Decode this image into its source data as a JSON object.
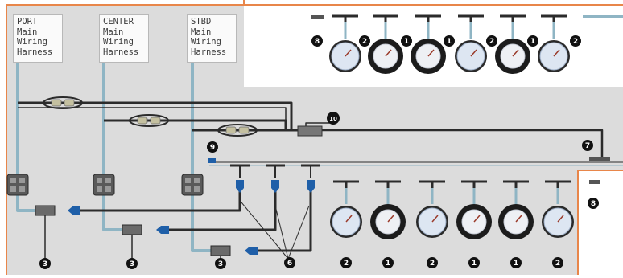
{
  "harnesses": [
    {
      "id": "port",
      "lines": [
        "PORT",
        "Main",
        "Wiring",
        "Harness"
      ]
    },
    {
      "id": "center",
      "lines": [
        "CENTER",
        "Main",
        "Wiring",
        "Harness"
      ]
    },
    {
      "id": "stbd",
      "lines": [
        "STBD",
        "Main",
        "Wiring",
        "Harness"
      ]
    }
  ],
  "callouts": {
    "c3": "3",
    "c6": "6",
    "c9": "9",
    "c7": "7",
    "c10": "10",
    "c8": "8",
    "c2": "2",
    "c1": "1"
  },
  "gauges": {
    "top": [
      {
        "style": "speedo",
        "callout": "2"
      },
      {
        "style": "tach",
        "callout": "1"
      },
      {
        "style": "tach",
        "callout": "1"
      },
      {
        "style": "speedo",
        "callout": "2"
      },
      {
        "style": "tach",
        "callout": "1"
      },
      {
        "style": "speedo",
        "callout": "2"
      }
    ],
    "bottom": [
      {
        "style": "speedo",
        "callout": "2"
      },
      {
        "style": "tach",
        "callout": "1"
      },
      {
        "style": "speedo",
        "callout": "2"
      },
      {
        "style": "tach",
        "callout": "1"
      },
      {
        "style": "tach",
        "callout": "1"
      },
      {
        "style": "speedo",
        "callout": "2"
      }
    ]
  },
  "colors": {
    "panel": "#dcdcdc",
    "accent": "#e8864a",
    "harness_wire": "#8fb5c4",
    "cable": "#2b2b2b",
    "connector": "#555555",
    "plug_blue": "#1f5fa8"
  }
}
